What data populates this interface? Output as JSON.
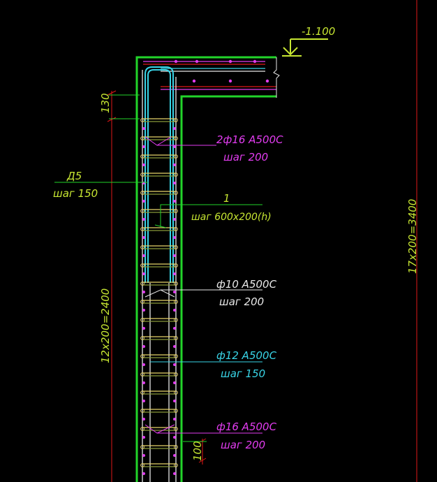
{
  "colors": {
    "background": "#000000",
    "concrete": "#22d42a",
    "cyan": "#39d4e6",
    "magenta": "#e23cf0",
    "white": "#e8e8e8",
    "yellow_green": "#c7e632",
    "red": "#e01818",
    "yellow_bars": "#e7d36a",
    "olive": "#8a9a3a"
  },
  "labels": {
    "elevation": "-1.100",
    "top_spacing": "130",
    "main_bar_spec": "2ф16 А500С",
    "main_bar_step": "шаг 200",
    "d5_spec": "Д5",
    "d5_step": "шаг 150",
    "clip_mark": "1",
    "clip_step": "шаг 600х200(h)",
    "bar10_spec": "ф10 А500С",
    "bar10_step": "шаг 200",
    "bar12_spec": "ф12 А500С",
    "bar12_step": "шаг 150",
    "bar16_spec": "ф16 А500С",
    "bar16_step": "шаг 200",
    "left_dimension": "12х200=2400",
    "right_dimension": "17х200=3400",
    "bottom_spacing": "100"
  },
  "icons": {
    "elevation_marker": "elevation-triangle-icon",
    "break_mark": "break-line-icon"
  }
}
